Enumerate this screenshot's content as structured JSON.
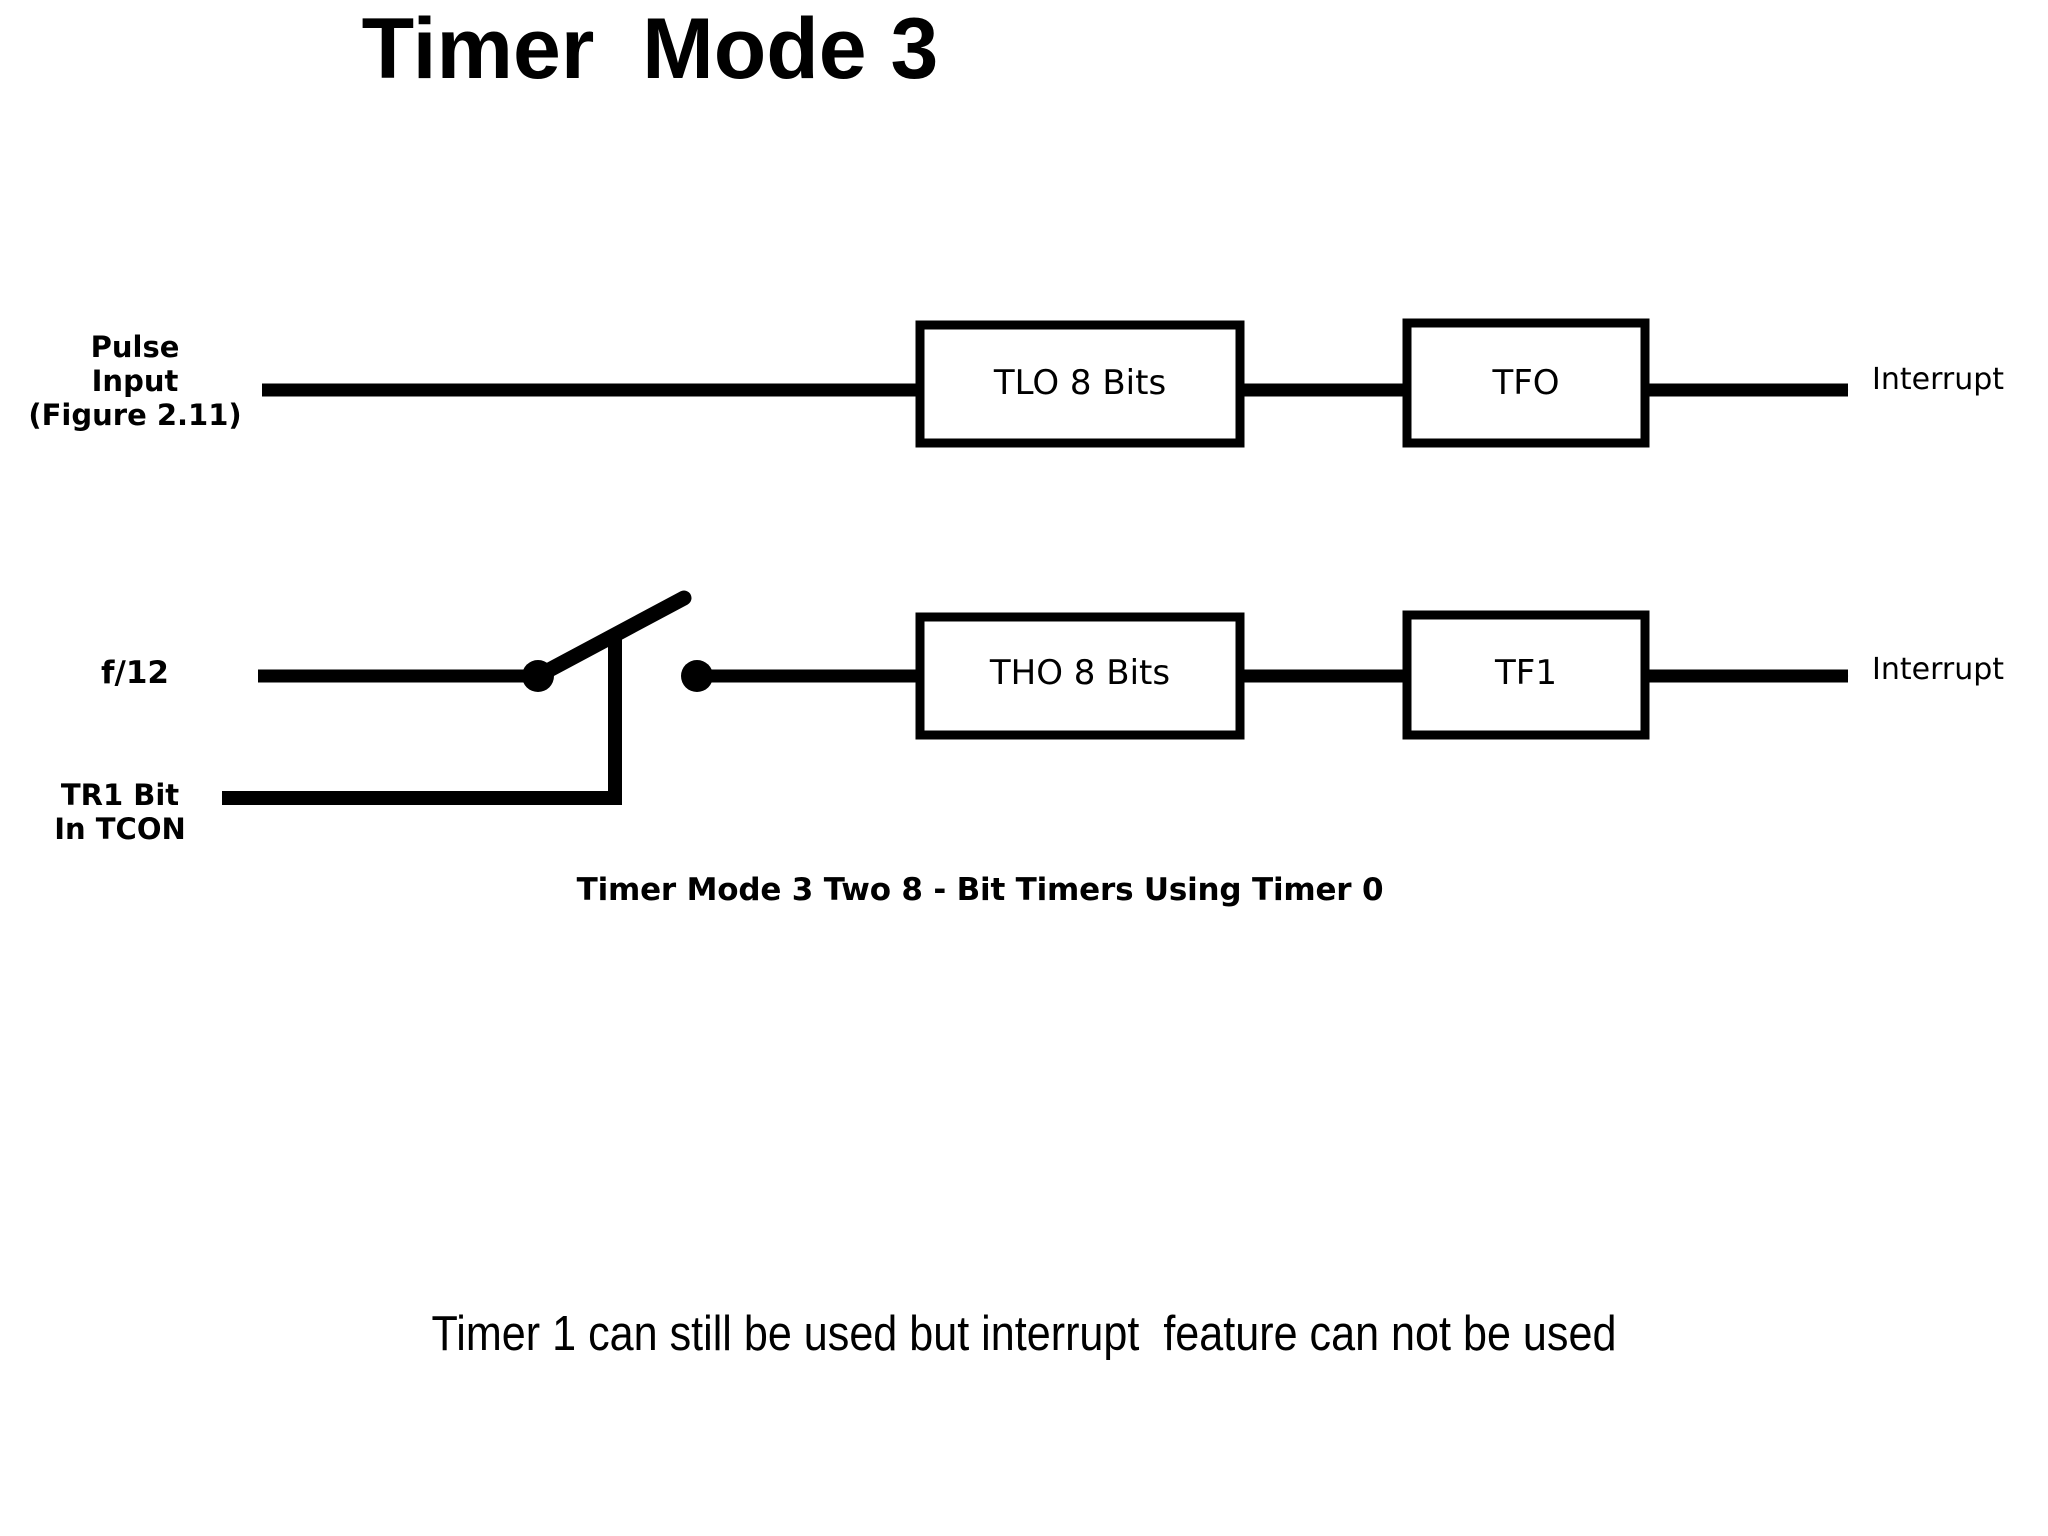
{
  "page": {
    "title": "Timer  Mode 3",
    "background_color": "#ffffff",
    "ink_color": "#000000"
  },
  "diagram": {
    "caption": "Timer Mode 3 Two 8 - Bit Timers Using Timer 0",
    "rows": [
      {
        "id": "timer0-low",
        "source_label": "Pulse\nInput\n(Figure 2.11)",
        "counter_box": "TLO 8 Bits",
        "flag_box": "TFO",
        "output_label": "Interrupt"
      },
      {
        "id": "timer0-high",
        "source_label": "f/12",
        "control_label": "TR1 Bit\nIn TCON",
        "counter_box": "THO 8 Bits",
        "flag_box": "TF1",
        "output_label": "Interrupt"
      }
    ],
    "icons": {
      "switch": "switch-icon",
      "arrow": "arrow-right-icon",
      "junction": "junction-dot-icon"
    }
  },
  "note": "Timer 1 can still be used but interrupt  feature can not be used"
}
